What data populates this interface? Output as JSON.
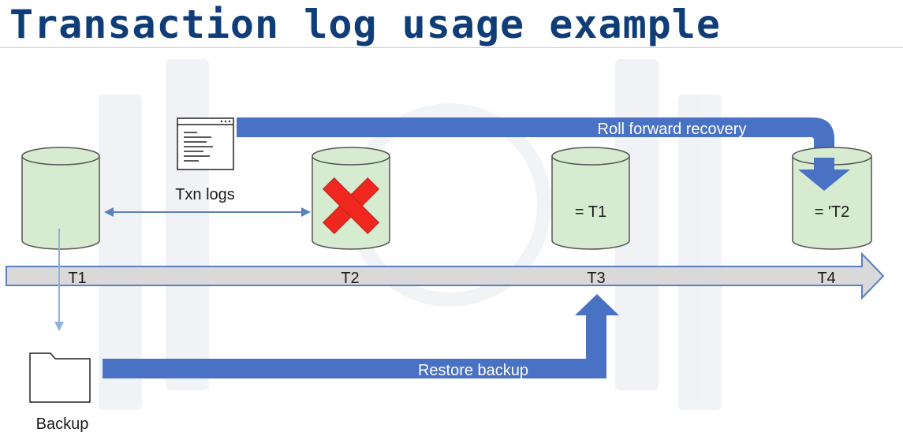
{
  "title": "Transaction log usage example",
  "timeline": {
    "ticks": [
      "T1",
      "T2",
      "T3",
      "T4"
    ]
  },
  "databases": {
    "t3_label": "= T1",
    "t4_label": "= 'T2"
  },
  "txn_logs": {
    "label": "Txn logs"
  },
  "backup": {
    "label": "Backup"
  },
  "arrows": {
    "roll_forward": "Roll forward recovery",
    "restore": "Restore backup"
  },
  "colors": {
    "title": "#0f3d78",
    "arrow_blue": "#4a72c4",
    "db_fill": "#d6ebd0",
    "timeline_fill": "#d9d9d9",
    "failure_red": "#f0271e"
  },
  "icons": {
    "log": "document-window-icon",
    "folder": "folder-icon",
    "failure": "red-x-icon"
  }
}
